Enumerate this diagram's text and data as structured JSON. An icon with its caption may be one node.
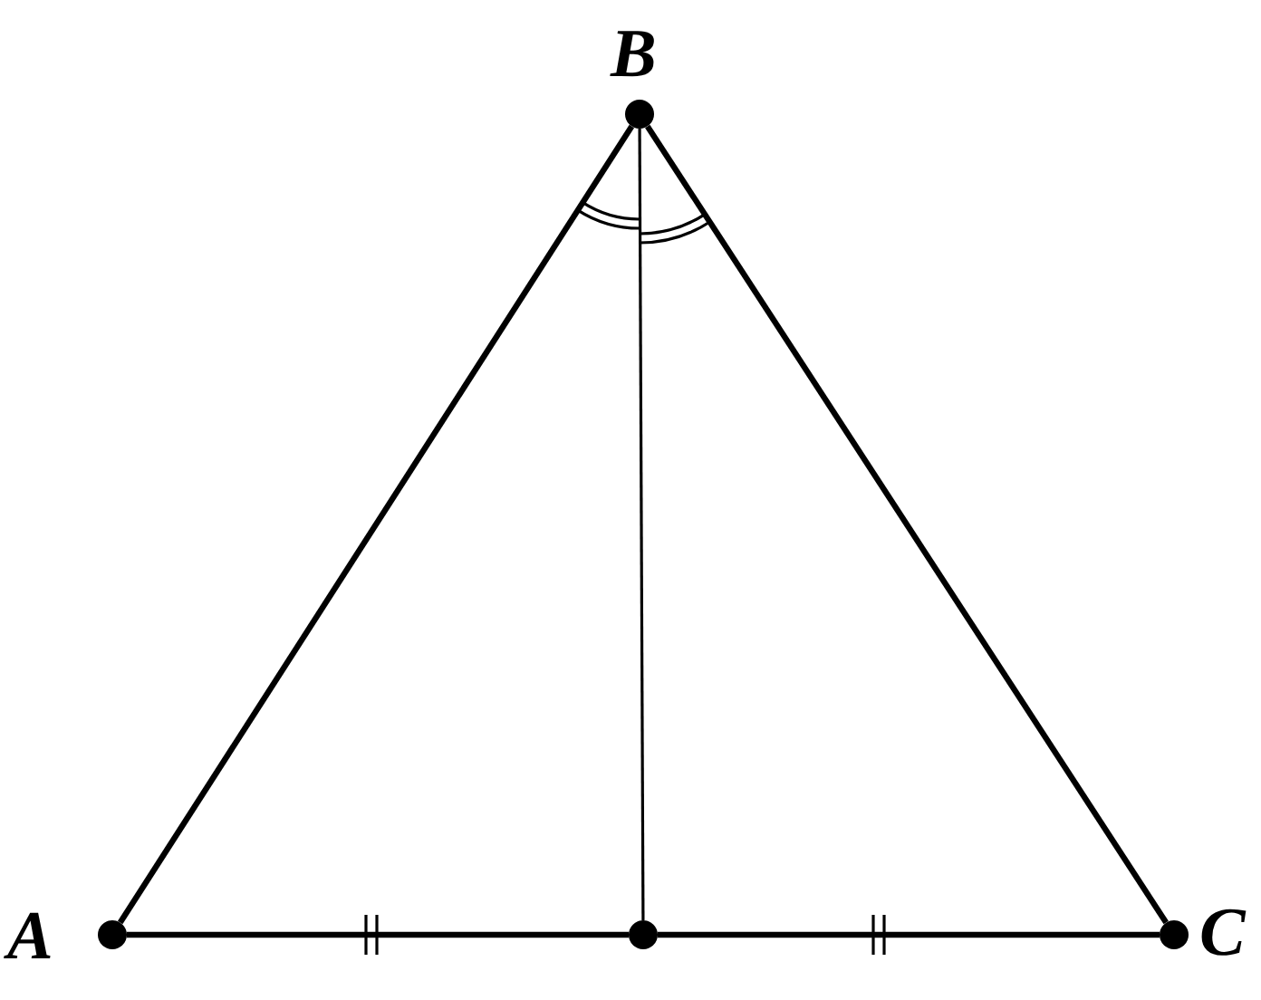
{
  "diagram": {
    "nodes": [
      {
        "text": [
          "A"
        ]
      },
      {
        "text": [
          "B"
        ]
      },
      {
        "text": [
          "C"
        ]
      },
      {
        "text": [],
        "shape": "circle"
      }
    ],
    "edges": [
      {
        "from": 0,
        "to": 1,
        "arrow": "none"
      },
      {
        "from": 1,
        "to": 2,
        "arrow": "none"
      },
      {
        "from": 0,
        "to": 3,
        "arrow": "none"
      },
      {
        "from": 3,
        "to": 2,
        "arrow": "none"
      },
      {
        "from": 1,
        "to": 3,
        "arrow": "none"
      }
    ]
  }
}
